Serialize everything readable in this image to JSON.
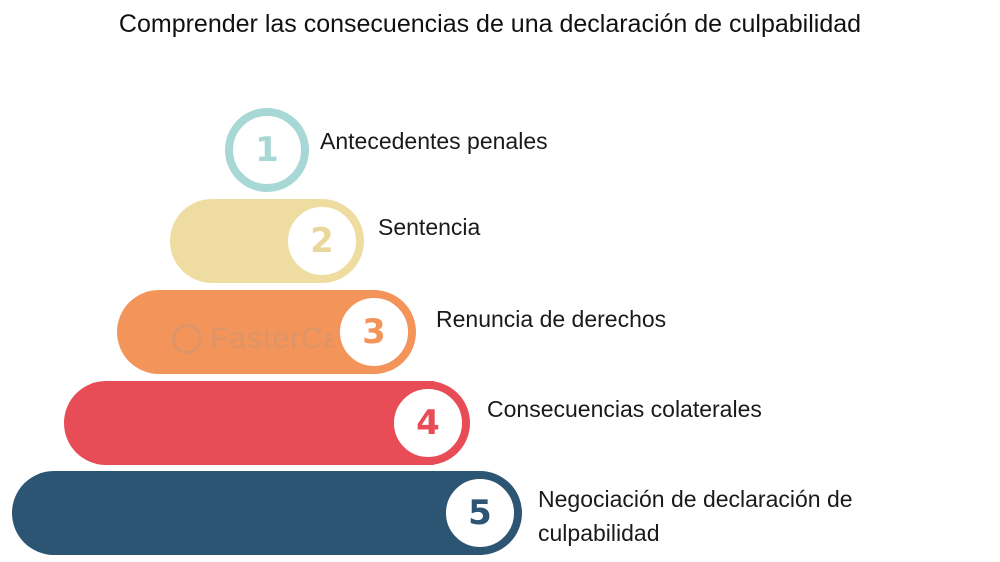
{
  "title": "Comprender las consecuencias de una declaración de culpabilidad",
  "watermark": "FasterCapital",
  "steps": [
    {
      "number": "1",
      "label": "Antecedentes penales",
      "color": "#a8d8d5",
      "number_color": "#a8d8d5"
    },
    {
      "number": "2",
      "label": "Sentencia",
      "color": "#efdca0",
      "number_color": "#e9d79b"
    },
    {
      "number": "3",
      "label": "Renuncia de derechos",
      "color": "#f3955a",
      "number_color": "#f3955a"
    },
    {
      "number": "4",
      "label": "Consecuencias colaterales",
      "color": "#e84c57",
      "number_color": "#e84c57"
    },
    {
      "number": "5",
      "label": "Negociación de declaración de culpabilidad",
      "color": "#2c5473",
      "number_color": "#2c5473"
    }
  ]
}
